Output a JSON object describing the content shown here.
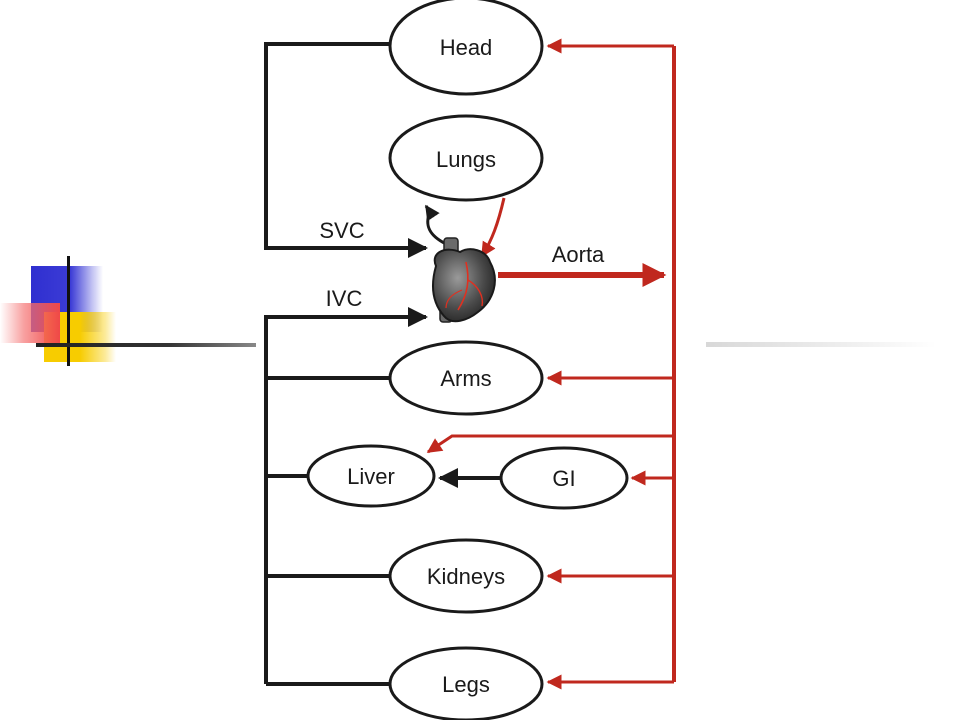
{
  "diagram": {
    "organs": {
      "head": "Head",
      "lungs": "Lungs",
      "arms": "Arms",
      "liver": "Liver",
      "gi": "GI",
      "kidneys": "Kidneys",
      "legs": "Legs"
    },
    "vessels": {
      "svc": "SVC",
      "ivc": "IVC",
      "aorta": "Aorta"
    }
  },
  "colors": {
    "venous": "#1a1a1a",
    "arterial": "#c0281e",
    "accent_blue": "#3434d0",
    "accent_yellow": "#f7cc00",
    "accent_red": "#f05050"
  },
  "icons": {
    "heart": "heart-icon"
  }
}
